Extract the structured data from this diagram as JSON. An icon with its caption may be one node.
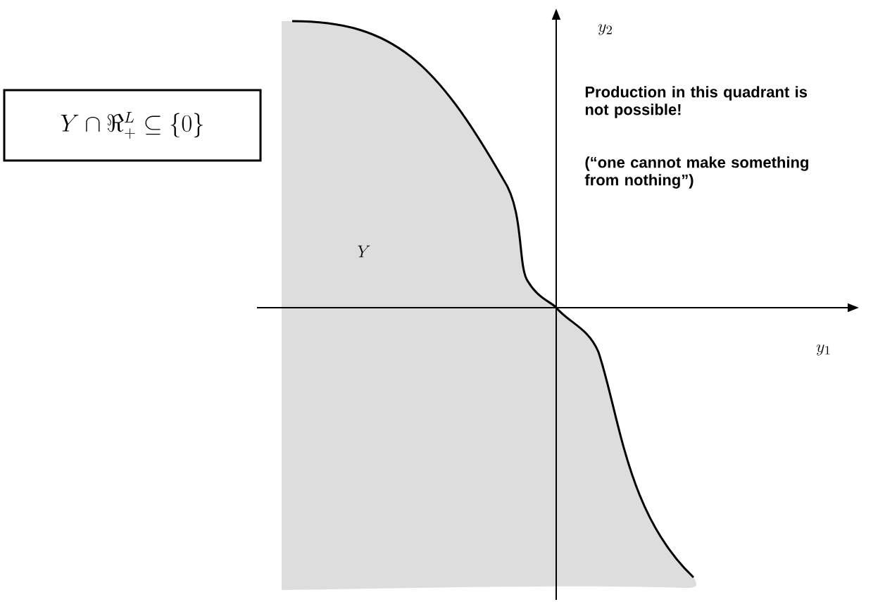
{
  "diagram": {
    "nodes": [
      {
        "text": [
          "Y \\cap \\Re^L_+ \\subseteq \\{0\\}"
        ]
      }
    ],
    "labels": [
      "Y",
      "y_2",
      "y_1",
      "Production in this quadrant is not possible!",
      "(“one cannot make something from nothing”)"
    ]
  }
}
